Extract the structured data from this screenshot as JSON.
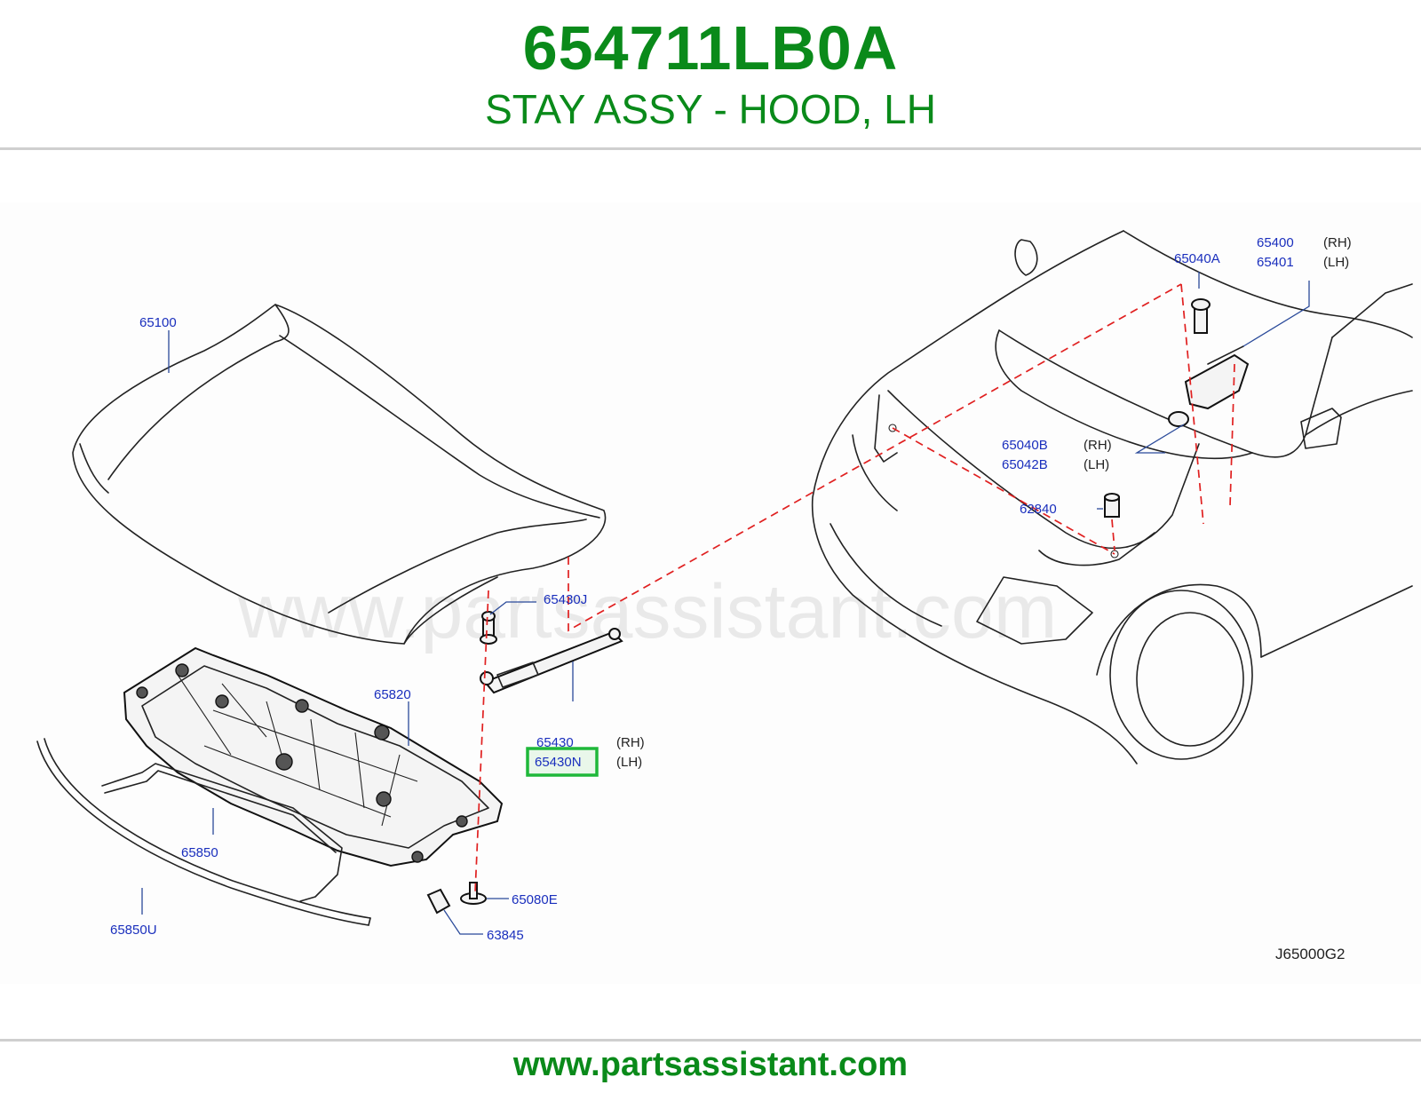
{
  "header": {
    "part_number": "654711LB0A",
    "part_name": "STAY ASSY - HOOD, LH"
  },
  "diagram": {
    "watermark": "www.partsassistant.com",
    "code": "J65000G2",
    "callouts": {
      "hood": "65100",
      "insulator": "65820",
      "stay_rh": "65430",
      "stay_lh": "65430N",
      "ball_stud": "65430J",
      "seal": "65850",
      "seal_upper": "65850U",
      "clip": "65080E",
      "bumper": "63845",
      "bumper_rubber": "62840",
      "bolt": "65040A",
      "hinge_rh": "65400",
      "hinge_lh": "65401",
      "nut_rh": "65040B",
      "nut_lh": "65042B"
    },
    "sides": {
      "rh": "(RH)",
      "lh": "(LH)"
    },
    "highlight_color": "#1fb83a",
    "callout_color": "#1a2fbd",
    "guide_color": "#e02020"
  },
  "footer": {
    "url": "www.partsassistant.com"
  }
}
